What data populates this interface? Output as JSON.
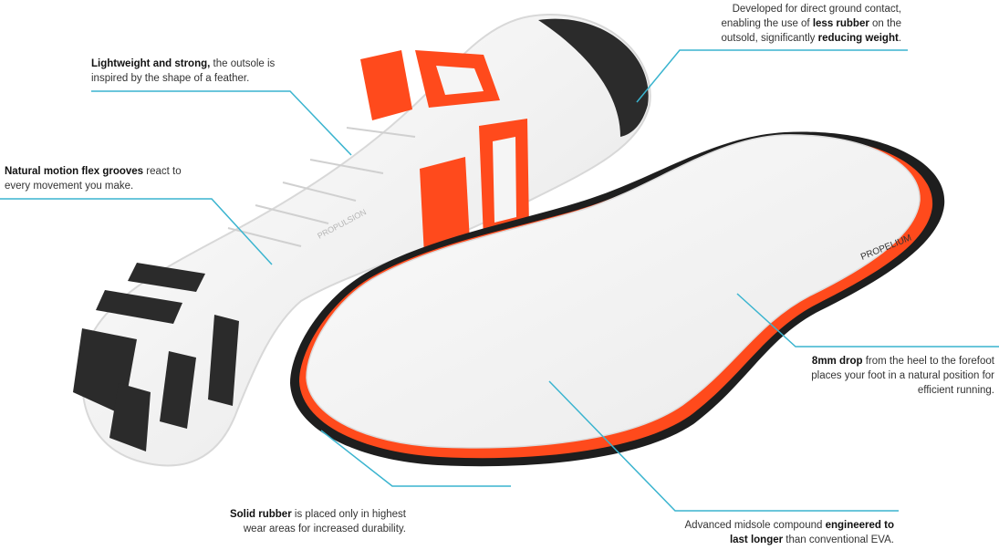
{
  "callouts": {
    "feather": {
      "bold": "Lightweight and strong,",
      "text": " the outsole is inspired by the shape of a feather."
    },
    "flex": {
      "bold": "Natural motion flex grooves",
      "text": " react to every movement you make."
    },
    "ground": {
      "pre": "Developed for direct ground contact, enabling the use of ",
      "bold1": "less rubber",
      "mid": " on the outsold, significantly ",
      "bold2": "reducing weight",
      "post": "."
    },
    "drop": {
      "bold": "8mm drop",
      "text": " from the heel to the forefoot places your foot in a natural position for efficient running."
    },
    "rubber": {
      "bold": "Solid rubber",
      "text": " is placed only in highest wear areas for increased durability."
    },
    "midsole": {
      "pre": "Advanced midsole compound ",
      "bold": "engineered to last longer",
      "post": " than conventional EVA."
    }
  },
  "product_marks": {
    "outsole_text": "PROPULSION",
    "midsole_text": "PROPELIUM"
  },
  "colors": {
    "accent_line": "#3ab4cf",
    "orange": "#ff4a1c",
    "black_rubber": "#2b2b2b",
    "sole_white": "#f3f3f3"
  }
}
